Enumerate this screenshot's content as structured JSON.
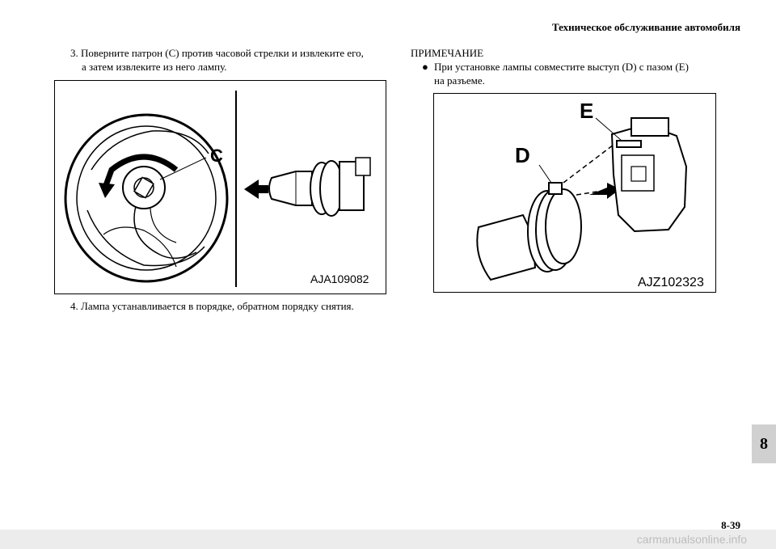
{
  "header": {
    "title": "Техническое обслуживание автомобиля"
  },
  "left": {
    "step3_line1": "3.  Поверните патрон (C) против часовой стрелки и извлеките его,",
    "step3_line2": "а затем извлеките из него лампу.",
    "figure_code": "AJA109082",
    "callout_c": "C",
    "step4": "4.  Лампа устанавливается в порядке, обратном порядку снятия."
  },
  "right": {
    "note_title": "ПРИМЕЧАНИЕ",
    "note_line1": "При установке лампы совместите выступ (D) с пазом (E)",
    "note_line2": "на разъеме.",
    "figure_code": "AJZ102323",
    "callout_d": "D",
    "callout_e": "E"
  },
  "chapter_tab": "8",
  "page_number": "8-39",
  "footer": {
    "watermark": "carmanualsonline.info"
  }
}
